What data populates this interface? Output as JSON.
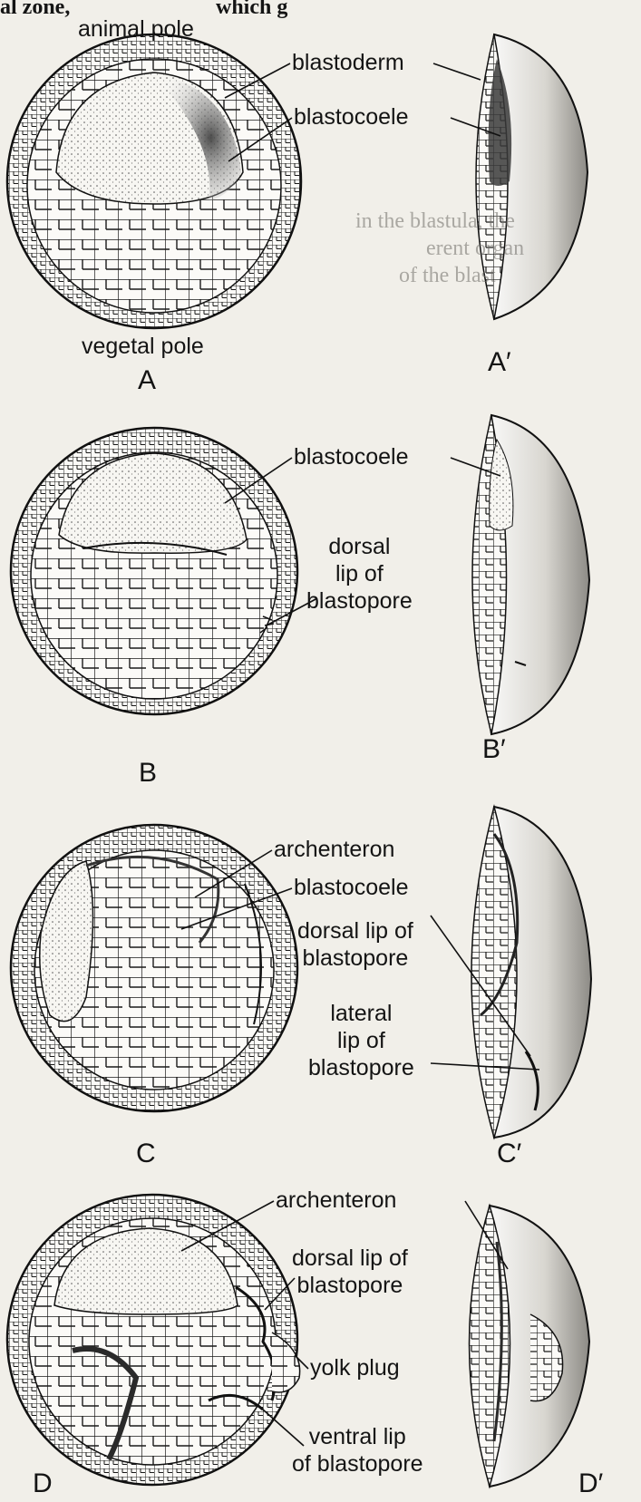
{
  "header": {
    "fragment_left": "al zone,",
    "fragment_right": "which g",
    "pole_top": "animal pole"
  },
  "panel_a": {
    "label_blastoderm": "blastoderm",
    "label_blastocoele": "blastocoele",
    "label_vegetal_pole": "vegetal pole",
    "caption": "A",
    "caption_prime": "A′"
  },
  "panel_b": {
    "label_blastocoele": "blastocoele",
    "label_dorsal_lip": "dorsal\nlip of\nblastopore",
    "caption": "B",
    "caption_prime": "B′"
  },
  "panel_c": {
    "label_archenteron": "archenteron",
    "label_blastocoele": "blastocoele",
    "label_dorsal_lip": "dorsal lip of\nblastopore",
    "label_lateral_lip": "lateral\nlip of\nblastopore",
    "caption": "C",
    "caption_prime": "C′"
  },
  "panel_d": {
    "label_archenteron": "archenteron",
    "label_dorsal_lip": "dorsal lip of\nblastopore",
    "label_yolk_plug": "yolk plug",
    "label_ventral_lip": "ventral lip\nof blastopore",
    "caption": "D",
    "caption_prime": "D′"
  },
  "background_text": {
    "line1": "in the blastula, the",
    "line2": "erent organ",
    "line3": "of the blast"
  },
  "colors": {
    "paper": "#f1efe9",
    "ink": "#141414",
    "cell_fill": "#fbfaf7",
    "shade": "#6b6b6b"
  }
}
